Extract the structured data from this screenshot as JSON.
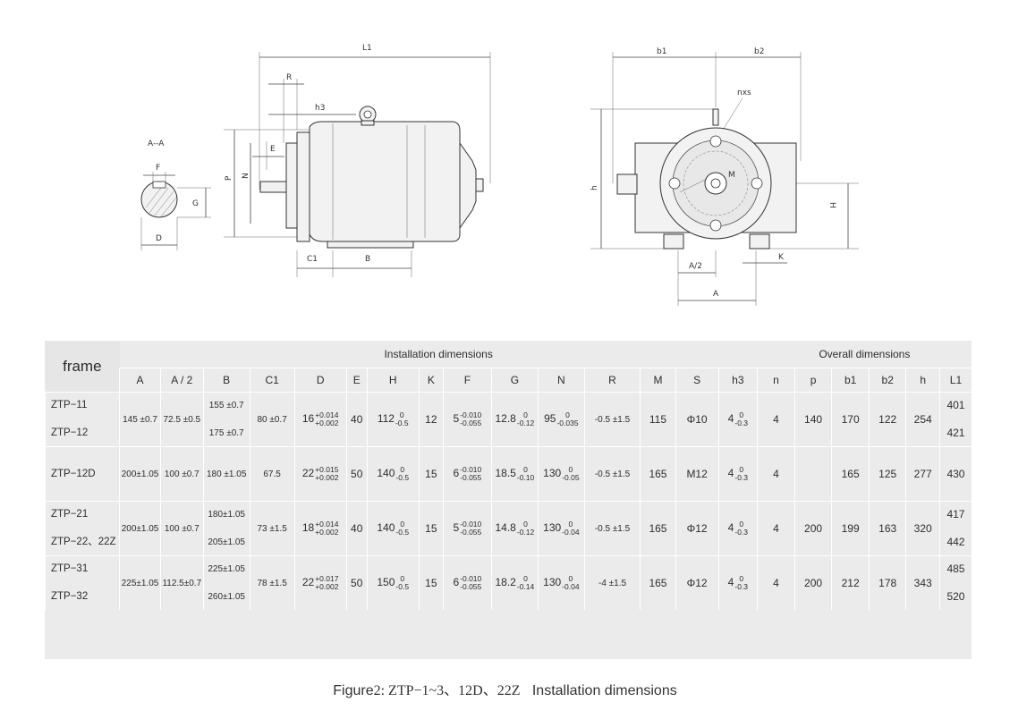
{
  "drawing": {
    "labels": {
      "L1": "L1",
      "R": "R",
      "h3": "h3",
      "E": "E",
      "P": "P",
      "N": "N",
      "C1": "C1",
      "B": "B",
      "AA": "A--A",
      "F": "F",
      "G": "G",
      "D": "D",
      "b1": "b1",
      "b2": "b2",
      "nxs": "nxs",
      "M": "M",
      "h": "h",
      "H": "H",
      "A2": "A/2",
      "A": "A",
      "K": "K"
    }
  },
  "table": {
    "frame_header": "frame",
    "install_header": "Installation dimensions",
    "overall_header": "Overall dimensions",
    "columns": [
      "A",
      "A / 2",
      "B",
      "C1",
      "D",
      "E",
      "H",
      "K",
      "F",
      "G",
      "N",
      "R",
      "M",
      "S",
      "h3",
      "n",
      "p",
      "b1",
      "b2",
      "h",
      "L1"
    ],
    "rows": [
      {
        "frames": [
          "ZTP−11",
          "ZTP−12"
        ],
        "A": "145 ±0.7",
        "A2": "72.5 ±0.5",
        "B": [
          "155 ±0.7",
          "175 ±0.7"
        ],
        "C1": "80 ±0.7",
        "D": {
          "base": "16",
          "up": "+0.014",
          "down": "+0.002"
        },
        "E": "40",
        "H": {
          "base": "112",
          "up": "0",
          "down": "-0.5"
        },
        "K": "12",
        "F": {
          "base": "5",
          "up": "-0.010",
          "down": "-0.055"
        },
        "G": {
          "base": "12.8",
          "up": "0",
          "down": "-0.12"
        },
        "N": {
          "base": "95",
          "up": "0",
          "down": "-0.035"
        },
        "R": "-0.5 ±1.5",
        "M": "115",
        "S": "Φ10",
        "h3": {
          "base": "4",
          "up": "0",
          "down": "-0.3"
        },
        "n": "4",
        "p": "140",
        "b1": "170",
        "b2": "122",
        "h": "254",
        "L1": [
          "401",
          "421"
        ]
      },
      {
        "frames": [
          "ZTP−12D"
        ],
        "A": "200±1.05",
        "A2": "100 ±0.7",
        "B": [
          "180 ±1.05"
        ],
        "C1": "67.5",
        "D": {
          "base": "22",
          "up": "+0.015",
          "down": "+0.002"
        },
        "E": "50",
        "H": {
          "base": "140",
          "up": "0",
          "down": "-0.5"
        },
        "K": "15",
        "F": {
          "base": "6",
          "up": "-0.010",
          "down": "-0.055"
        },
        "G": {
          "base": "18.5",
          "up": "0",
          "down": "-0.10"
        },
        "N": {
          "base": "130",
          "up": "0",
          "down": "-0.05"
        },
        "R": "-0.5 ±1.5",
        "M": "165",
        "S": "M12",
        "h3": {
          "base": "4",
          "up": "0",
          "down": "-0.3"
        },
        "n": "4",
        "p": "",
        "b1": "165",
        "b2": "125",
        "h": "277",
        "L1": [
          "430"
        ]
      },
      {
        "frames": [
          "ZTP−21",
          "ZTP−22、22Z"
        ],
        "A": "200±1.05",
        "A2": "100 ±0.7",
        "B": [
          "180±1.05",
          "205±1.05"
        ],
        "C1": "73 ±1.5",
        "D": {
          "base": "18",
          "up": "+0.014",
          "down": "+0.002"
        },
        "E": "40",
        "H": {
          "base": "140",
          "up": "0",
          "down": "-0.5"
        },
        "K": "15",
        "F": {
          "base": "5",
          "up": "-0.010",
          "down": "-0.055"
        },
        "G": {
          "base": "14.8",
          "up": "0",
          "down": "-0.12"
        },
        "N": {
          "base": "130",
          "up": "0",
          "down": "-0.04"
        },
        "R": "-0.5 ±1.5",
        "M": "165",
        "S": "Φ12",
        "h3": {
          "base": "4",
          "up": "0",
          "down": "-0.3"
        },
        "n": "4",
        "p": "200",
        "b1": "199",
        "b2": "163",
        "h": "320",
        "L1": [
          "417",
          "442"
        ]
      },
      {
        "frames": [
          "ZTP−31",
          "ZTP−32"
        ],
        "A": "225±1.05",
        "A2": "112.5±0.7",
        "B": [
          "225±1.05",
          "260±1.05"
        ],
        "C1": "78 ±1.5",
        "D": {
          "base": "22",
          "up": "+0.017",
          "down": "+0.002"
        },
        "E": "50",
        "H": {
          "base": "150",
          "up": "0",
          "down": "-0.5"
        },
        "K": "15",
        "F": {
          "base": "6",
          "up": "-0.010",
          "down": "-0.055"
        },
        "G": {
          "base": "18.2",
          "up": "0",
          "down": "-0.14"
        },
        "N": {
          "base": "130",
          "up": "0",
          "down": "-0.04"
        },
        "R": "-4 ±1.5",
        "M": "165",
        "S": "Φ12",
        "h3": {
          "base": "4",
          "up": "0",
          "down": "-0.3"
        },
        "n": "4",
        "p": "200",
        "b1": "212",
        "b2": "178",
        "h": "343",
        "L1": [
          "485",
          "520"
        ]
      }
    ]
  },
  "caption": {
    "prefix": "Figure",
    "serif": "2: ZTP−1~3、12D、22Z",
    "suffix": "Installation dimensions"
  }
}
